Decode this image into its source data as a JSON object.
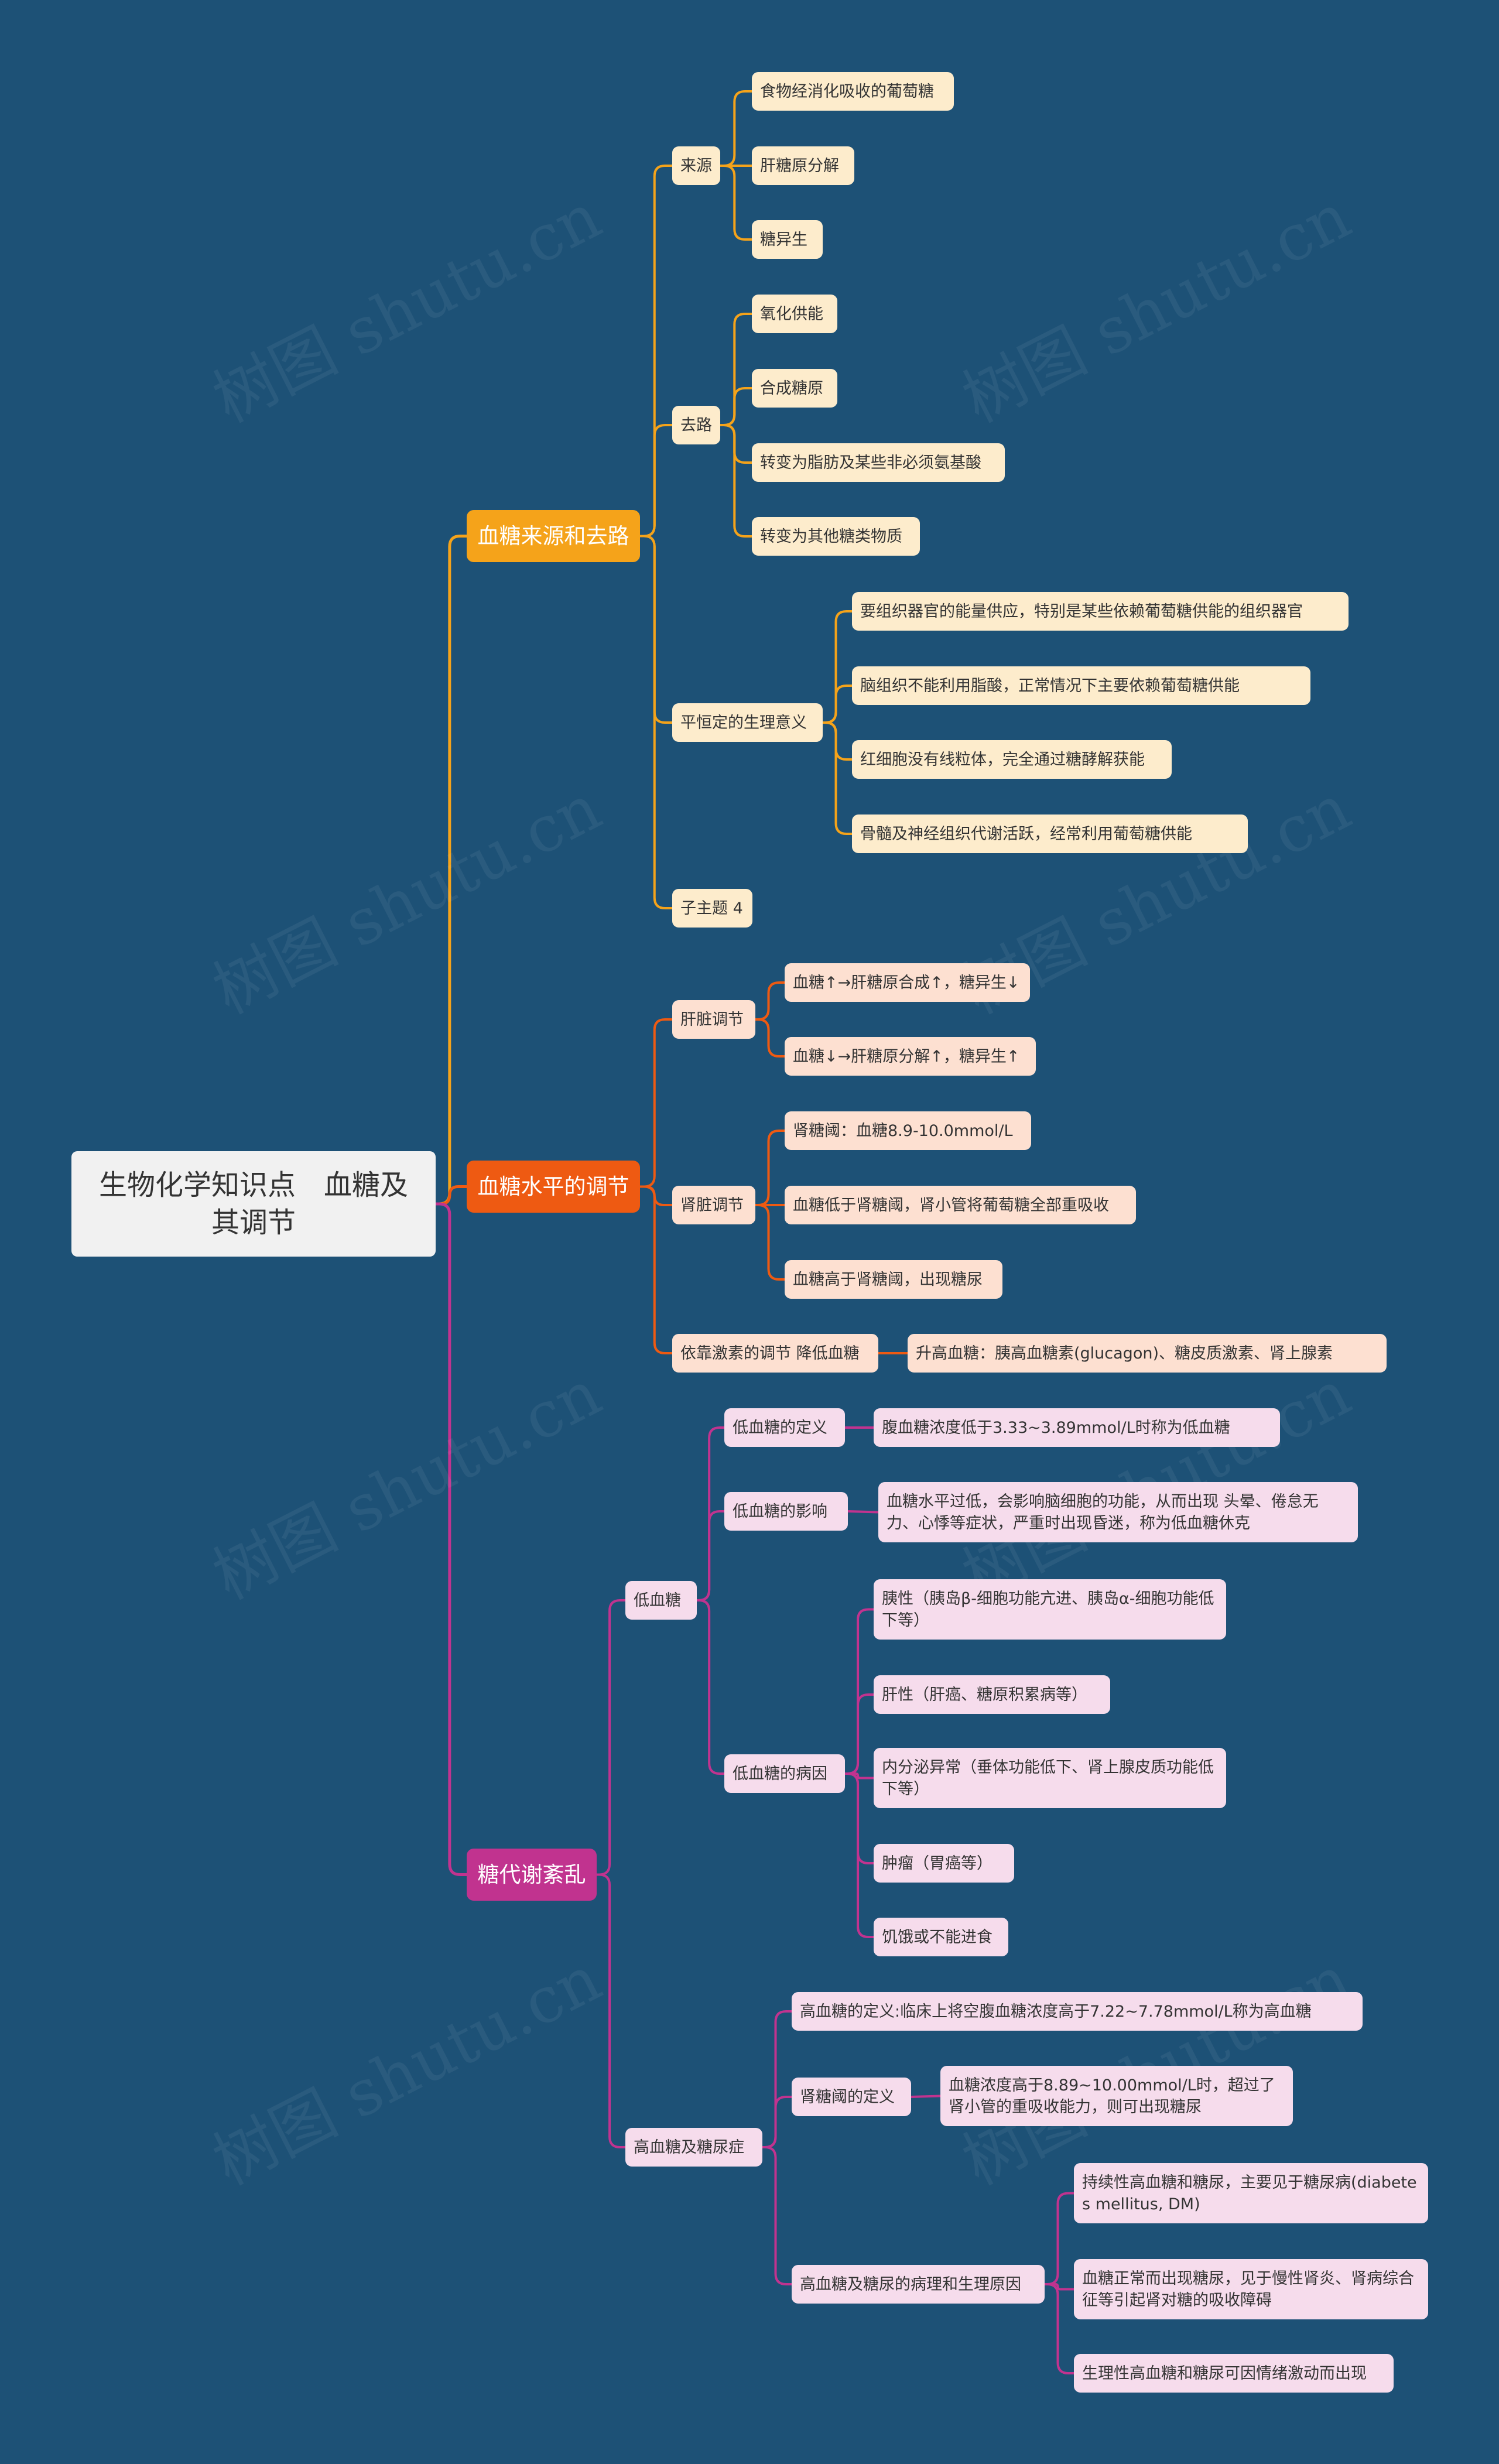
{
  "root": {
    "title": "生物化学知识点　血糖及其调节"
  },
  "colors": {
    "background": "#1d5176",
    "yellow": "#f5a31a",
    "orange": "#ee5a12",
    "magenta": "#c1338f"
  },
  "watermark": "树图 shutu.cn",
  "branches": {
    "source": {
      "title": "血糖来源和去路",
      "laiyuan": {
        "title": "来源",
        "i0": "食物经消化吸收的葡萄糖",
        "i1": "肝糖原分解",
        "i2": "糖异生"
      },
      "qulu": {
        "title": "去路",
        "i0": "氧化供能",
        "i1": "合成糖原",
        "i2": "转变为脂肪及某些非必须氨基酸",
        "i3": "转变为其他糖类物质"
      },
      "yiyi": {
        "title": "平恒定的生理意义",
        "i0": "要组织器官的能量供应，特别是某些依赖葡萄糖供能的组织器官",
        "i1": "脑组织不能利用脂酸，正常情况下主要依赖葡萄糖供能",
        "i2": "红细胞没有线粒体，完全通过糖酵解获能",
        "i3": "骨髓及神经组织代谢活跃，经常利用葡萄糖供能"
      },
      "sub4": {
        "title": "子主题 4"
      }
    },
    "regulation": {
      "title": "血糖水平的调节",
      "liver": {
        "title": "肝脏调节",
        "i0": "血糖↑→肝糖原合成↑，糖异生↓",
        "i1": "血糖↓→肝糖原分解↑，糖异生↑"
      },
      "kidney": {
        "title": "肾脏调节",
        "i0": "肾糖阈：血糖8.9-10.0mmol/L",
        "i1": "血糖低于肾糖阈，肾小管将葡萄糖全部重吸收",
        "i2": "血糖高于肾糖阈，出现糖尿"
      },
      "hormone": {
        "title": "依靠激素的调节 降低血糖",
        "i0": "升高血糖：胰高血糖素(glucagon)、糖皮质激素、肾上腺素"
      }
    },
    "disorder": {
      "title": "糖代谢紊乱",
      "hypo": {
        "title": "低血糖",
        "def": {
          "title": "低血糖的定义",
          "i0": "腹血糖浓度低于3.33~3.89mmol/L时称为低血糖"
        },
        "effect": {
          "title": "低血糖的影响",
          "i0": "血糖水平过低，会影响脑细胞的功能，从而出现 头晕、倦怠无力、心悸等症状，严重时出现昏迷，称为低血糖休克"
        },
        "cause": {
          "title": "低血糖的病因",
          "i0": "胰性（胰岛β-细胞功能亢进、胰岛α-细胞功能低下等）",
          "i1": "肝性（肝癌、糖原积累病等）",
          "i2": "内分泌异常（垂体功能低下、肾上腺皮质功能低下等）",
          "i3": "肿瘤（胃癌等）",
          "i4": "饥饿或不能进食"
        }
      },
      "hyper": {
        "title": "高血糖及糖尿症",
        "def": {
          "title": "高血糖的定义:临床上将空腹血糖浓度高于7.22~7.78mmol/L称为高血糖"
        },
        "threshold": {
          "title": "肾糖阈的定义",
          "i0": "血糖浓度高于8.89~10.00mmol/L时，超过了肾小管的重吸收能力，则可出现糖尿"
        },
        "cause": {
          "title": "高血糖及糖尿的病理和生理原因",
          "i0": "持续性高血糖和糖尿，主要见于糖尿病(diabetes mellitus, DM)",
          "i1": "血糖正常而出现糖尿，见于慢性肾炎、肾病综合征等引起肾对糖的吸收障碍",
          "i2": "生理性高血糖和糖尿可因情绪激动而出现"
        }
      }
    }
  }
}
